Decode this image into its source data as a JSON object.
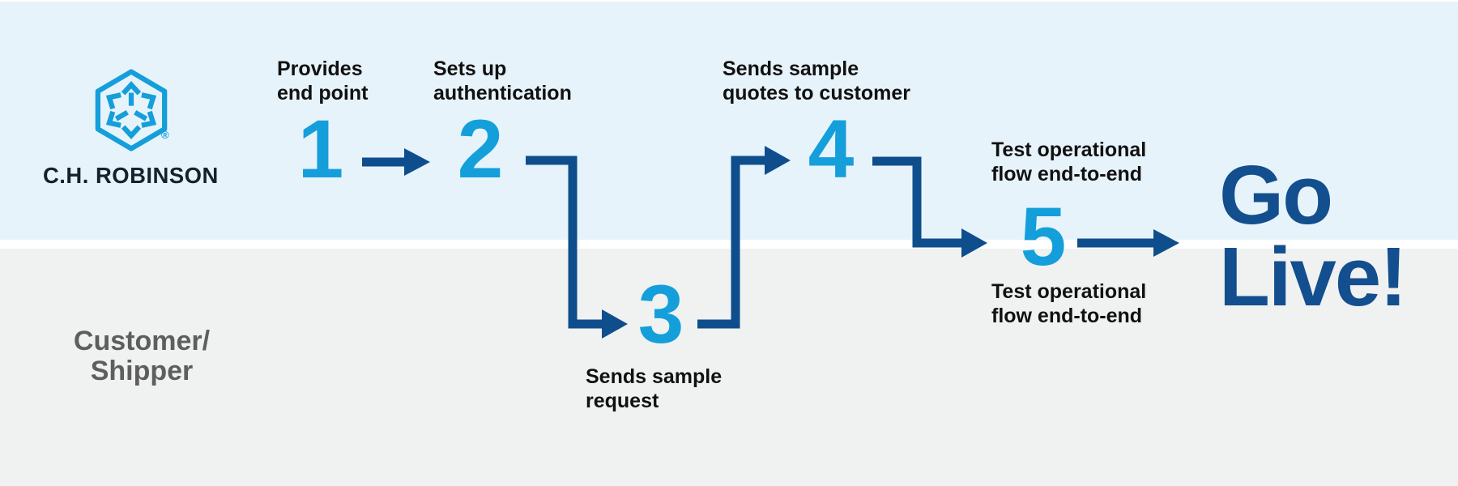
{
  "colors": {
    "lane_top_bg": "#E7F3FB",
    "lane_bottom_bg": "#F0F2F1",
    "divider": "#FFFFFF",
    "accent_cyan": "#149FDB",
    "accent_navy": "#0E4E8C",
    "go_live_navy": "#134F8E",
    "label_text": "#111111",
    "lane_label_gray": "#5E5E5E",
    "wordmark_navy": "#16212E"
  },
  "icons": {
    "logo": "hexagon-cube-arrows-icon"
  },
  "brand": {
    "wordmark": "C.H. ROBINSON",
    "registered_mark": "®"
  },
  "lanes": {
    "bottom": {
      "label_line1": "Customer/",
      "label_line2": "Shipper"
    }
  },
  "steps": [
    {
      "number": "1",
      "lane": "top",
      "lines": [
        "Provides",
        "end point"
      ]
    },
    {
      "number": "2",
      "lane": "top",
      "lines": [
        "Sets up",
        "authentication"
      ]
    },
    {
      "number": "3",
      "lane": "bottom",
      "lines": [
        "Sends sample",
        "request"
      ]
    },
    {
      "number": "4",
      "lane": "top",
      "lines": [
        "Sends sample",
        "quotes to customer"
      ]
    },
    {
      "number": "5",
      "lane": "both",
      "lines_top": [
        "Test operational",
        "flow end-to-end"
      ],
      "lines_bottom": [
        "Test operational",
        "flow end-to-end"
      ]
    }
  ],
  "finale": {
    "line1": "Go",
    "line2": "Live!"
  }
}
